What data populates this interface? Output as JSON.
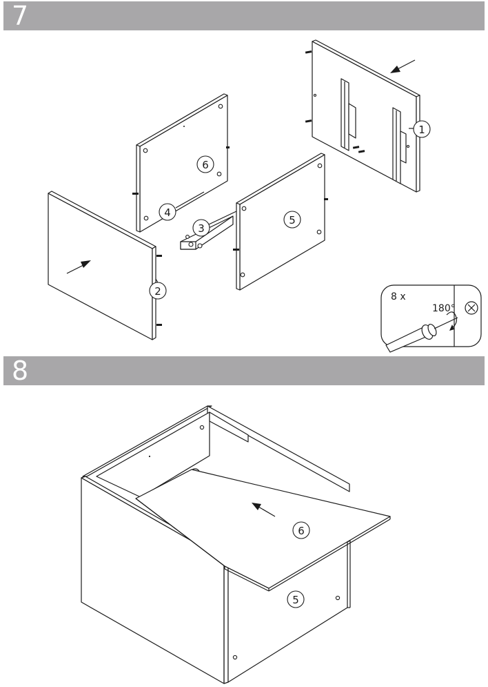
{
  "steps": [
    {
      "number": "7"
    },
    {
      "number": "8"
    }
  ],
  "step7": {
    "callouts": [
      "1",
      "2",
      "3",
      "4",
      "5",
      "6"
    ],
    "detail": {
      "quantity": "8 x",
      "rotation": "180°"
    }
  },
  "step8": {
    "callouts": [
      "6",
      "5"
    ]
  },
  "colors": {
    "step_bar": "#a8a7a9",
    "step_number": "#ffffff",
    "line": "#1a1a1a"
  }
}
